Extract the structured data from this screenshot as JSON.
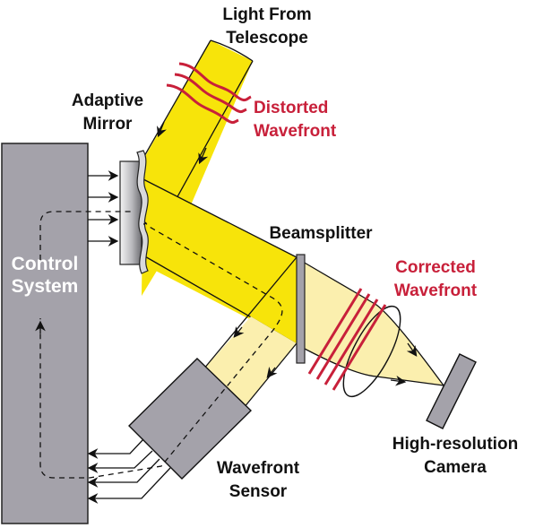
{
  "diagram": {
    "title": "Adaptive optics system",
    "colors": {
      "beam_bright": "#f7e40a",
      "beam_pale": "#fbefae",
      "component_gray": "#a4a2aa",
      "wavefront_red": "#c8203a",
      "outline": "#111111"
    },
    "labels": {
      "light_source": [
        "Light From",
        "Telescope"
      ],
      "distorted": [
        "Distorted",
        "Wavefront"
      ],
      "adaptive_mirror": [
        "Adaptive",
        "Mirror"
      ],
      "control_system": [
        "Control",
        "System"
      ],
      "beamsplitter": "Beamsplitter",
      "corrected": [
        "Corrected",
        "Wavefront"
      ],
      "camera": [
        "High-resolution",
        "Camera"
      ],
      "sensor": [
        "Wavefront",
        "Sensor"
      ]
    },
    "components": [
      {
        "id": "telescope-beam",
        "label": "Light From Telescope"
      },
      {
        "id": "adaptive-mirror",
        "label": "Adaptive Mirror"
      },
      {
        "id": "control-system",
        "label": "Control System"
      },
      {
        "id": "beamsplitter",
        "label": "Beamsplitter"
      },
      {
        "id": "wavefront-sensor",
        "label": "Wavefront Sensor"
      },
      {
        "id": "lens",
        "label": ""
      },
      {
        "id": "camera",
        "label": "High-resolution Camera"
      }
    ],
    "connections": [
      {
        "from": "telescope-beam",
        "to": "adaptive-mirror",
        "style": "beam"
      },
      {
        "from": "adaptive-mirror",
        "to": "beamsplitter",
        "style": "beam"
      },
      {
        "from": "beamsplitter",
        "to": "wavefront-sensor",
        "style": "beam"
      },
      {
        "from": "beamsplitter",
        "to": "camera",
        "style": "beam"
      },
      {
        "from": "wavefront-sensor",
        "to": "control-system",
        "style": "signal",
        "count": 4
      },
      {
        "from": "control-system",
        "to": "adaptive-mirror",
        "style": "signal",
        "count": 4
      },
      {
        "from": "wavefront-sensor",
        "to": "adaptive-mirror",
        "style": "dashed-feedback-loop"
      }
    ]
  }
}
